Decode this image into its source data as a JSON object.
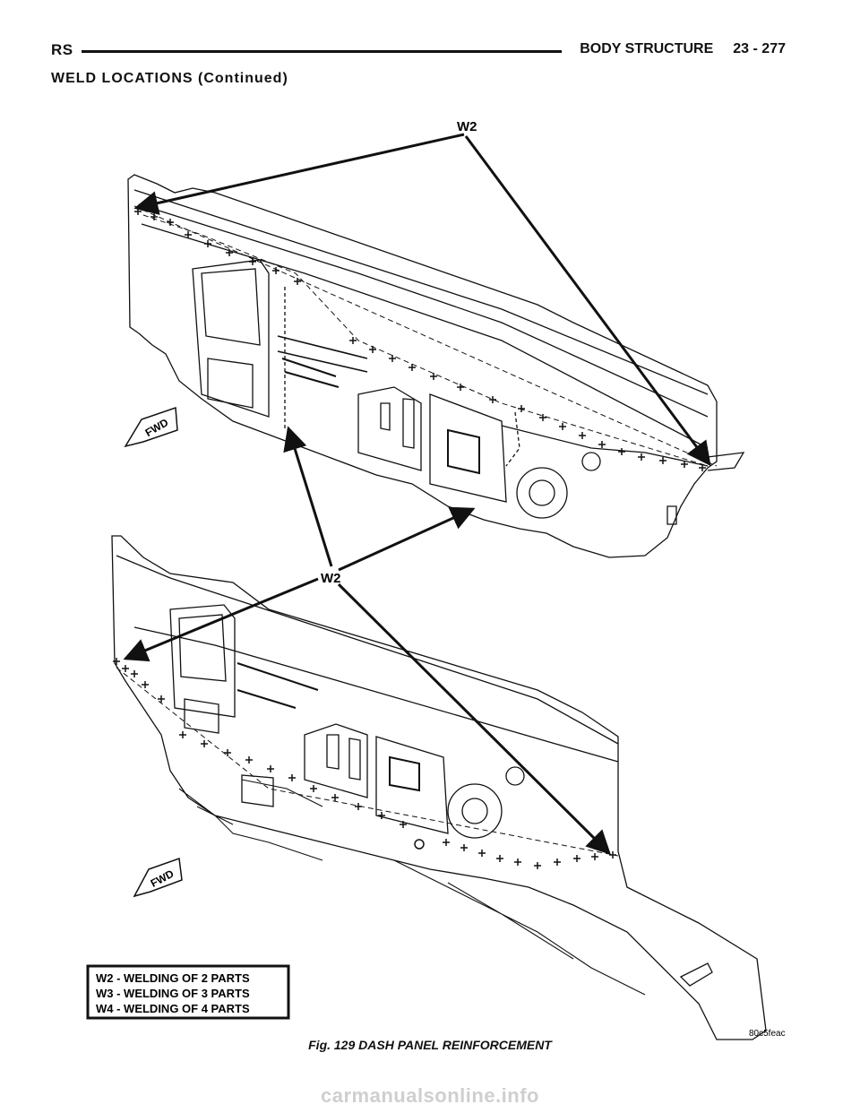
{
  "header": {
    "left": "RS",
    "right_title": "BODY STRUCTURE",
    "page_number": "23 - 277"
  },
  "section_title": "WELD LOCATIONS (Continued)",
  "figure": {
    "callouts": {
      "upper": "W2",
      "lower": "W2"
    },
    "direction_label": "FWD",
    "legend": [
      "W2 - WELDING OF 2 PARTS",
      "W3 - WELDING OF 3 PARTS",
      "W4 - WELDING OF 4 PARTS"
    ],
    "image_code": "80c5feac"
  },
  "caption": "Fig. 129 DASH PANEL REINFORCEMENT",
  "watermark": "carmanualsonline.info"
}
